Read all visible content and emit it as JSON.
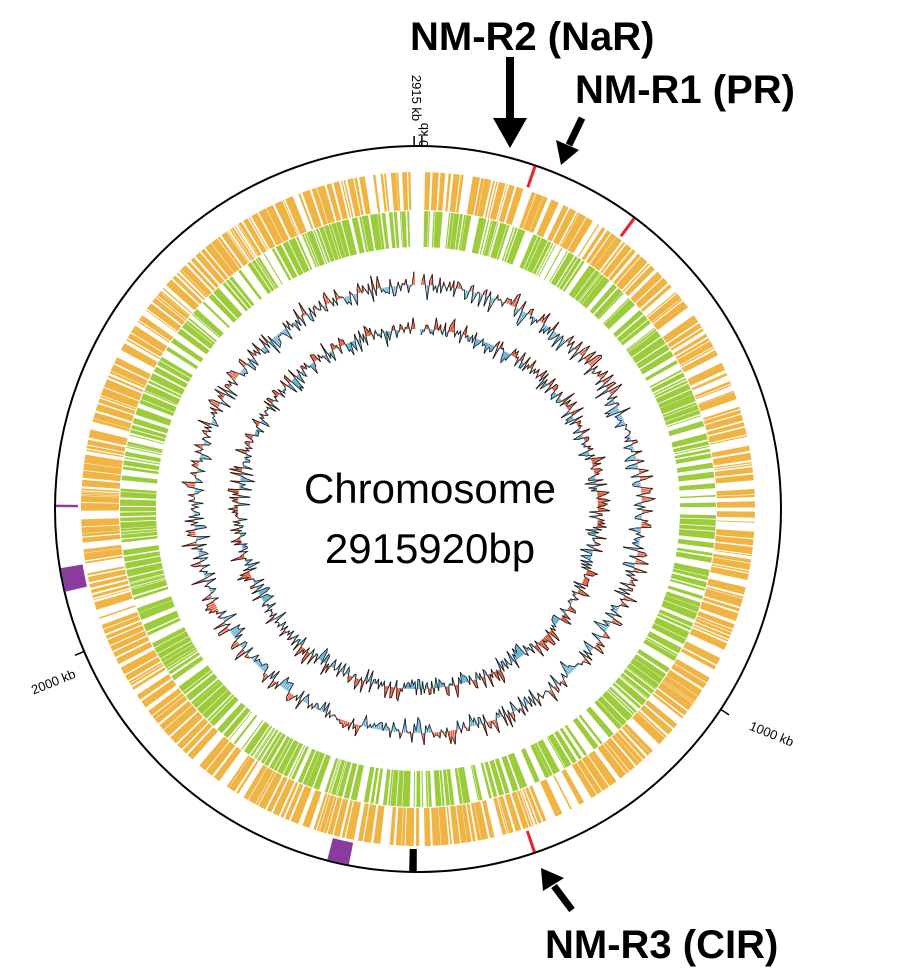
{
  "genome": {
    "center_label_line1": "Chromosome",
    "center_label_line2": "2915920bp",
    "length_bp": 2915920
  },
  "tick_labels": [
    {
      "id": "tick-0",
      "text": "0 kb",
      "position_kb": 0
    },
    {
      "id": "tick-2915",
      "text": "2915 kb",
      "position_kb": 2915
    },
    {
      "id": "tick-1000",
      "text": "1000 kb",
      "position_kb": 1000
    },
    {
      "id": "tick-2000",
      "text": "2000 kb",
      "position_kb": 2000
    }
  ],
  "regions": [
    {
      "id": "nm-r2",
      "label": "NM-R2 (NaR)",
      "marker_color": "#e8252a"
    },
    {
      "id": "nm-r1",
      "label": "NM-R1 (PR)",
      "marker_color": "#e8252a"
    },
    {
      "id": "nm-r3",
      "label": "NM-R3 (CIR)",
      "marker_color": "#e8252a"
    }
  ],
  "tracks": {
    "forward_genes_color": "#f0b444",
    "reverse_genes_color": "#9ccc3c",
    "gc_positive_color": "#e8502a",
    "gc_negative_color": "#5aaed8",
    "line_color": "#1a1a1a",
    "special_feature_color": "#8b3a9e",
    "rrna_color": "#000000"
  }
}
